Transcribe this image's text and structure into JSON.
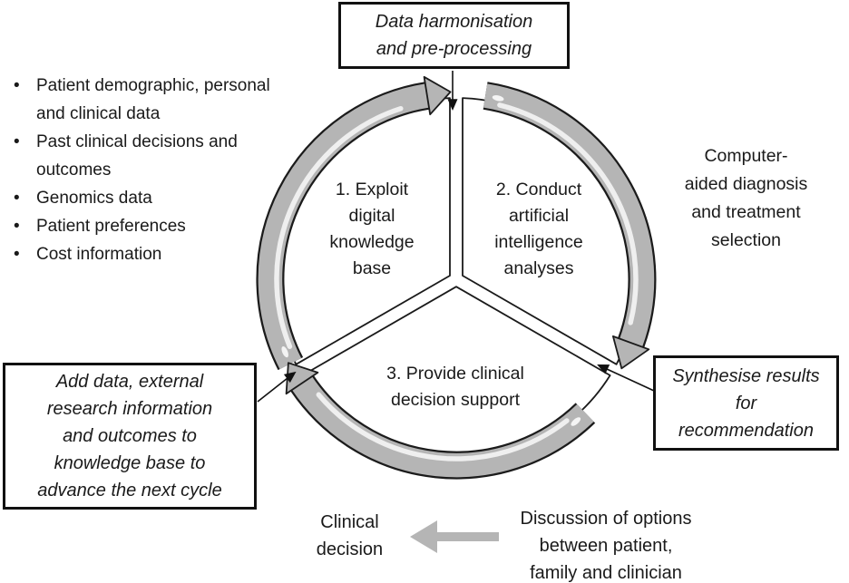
{
  "diagram": {
    "title_hidden_note": "three-step circular AI clinical decision cycle",
    "top_box": {
      "lines": [
        "Data harmonisation",
        "and pre-processing"
      ]
    },
    "bullets": [
      "Patient demographic, personal and clinical data",
      "Past clinical decisions and outcomes",
      "Genomics data",
      "Patient preferences",
      "Cost information"
    ],
    "right_label": {
      "lines": [
        "Computer-",
        "aided diagnosis",
        "and treatment",
        "selection"
      ]
    },
    "right_box": {
      "lines": [
        "Synthesise results",
        "for",
        "recommendation"
      ]
    },
    "left_box": {
      "lines": [
        "Add data, external",
        "research information",
        "and outcomes to",
        "knowledge base to",
        "advance the next cycle"
      ]
    },
    "cycle": {
      "steps": [
        {
          "lines": [
            "1. Exploit",
            "digital",
            "knowledge",
            "base"
          ]
        },
        {
          "lines": [
            "2. Conduct",
            "artificial",
            "intelligence",
            "analyses"
          ]
        },
        {
          "lines": [
            "3. Provide clinical",
            "decision support"
          ]
        }
      ]
    },
    "bottom": {
      "clinical": {
        "lines": [
          "Clinical",
          "decision"
        ]
      },
      "discussion": {
        "lines": [
          "Discussion of options",
          "between patient,",
          "family and clinician"
        ]
      }
    },
    "colors": {
      "arrow_gray": "#b5b5b5",
      "outline": "#000000",
      "text": "#1a1a1a",
      "background": "#ffffff"
    }
  }
}
